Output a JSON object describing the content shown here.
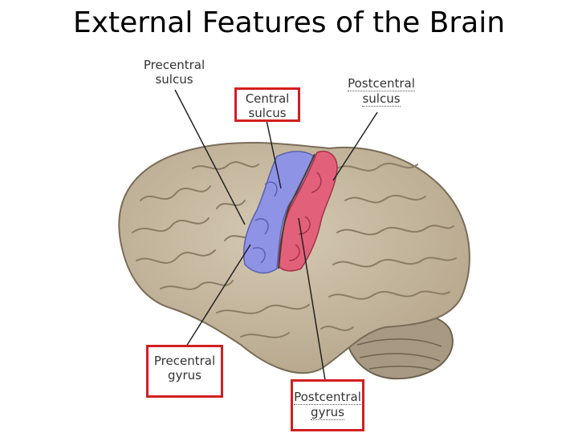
{
  "title": "External Features of the Brain",
  "labels": {
    "precentral_sulcus": [
      "Precentral",
      "sulcus"
    ],
    "central_sulcus": [
      "Central",
      "sulcus"
    ],
    "postcentral_sulcus": [
      "Postcentral",
      "sulcus"
    ],
    "precentral_gyrus": [
      "Precentral",
      "gyrus"
    ],
    "postcentral_gyrus": [
      "Postcentral",
      "gyrus"
    ]
  },
  "colors": {
    "brain": "#cbbda5",
    "brain_shadow": "#8e7f68",
    "precentral_gyrus_fill": "#8f93e6",
    "postcentral_gyrus_fill": "#e2607a",
    "highlight_box": "#d21f1f"
  }
}
